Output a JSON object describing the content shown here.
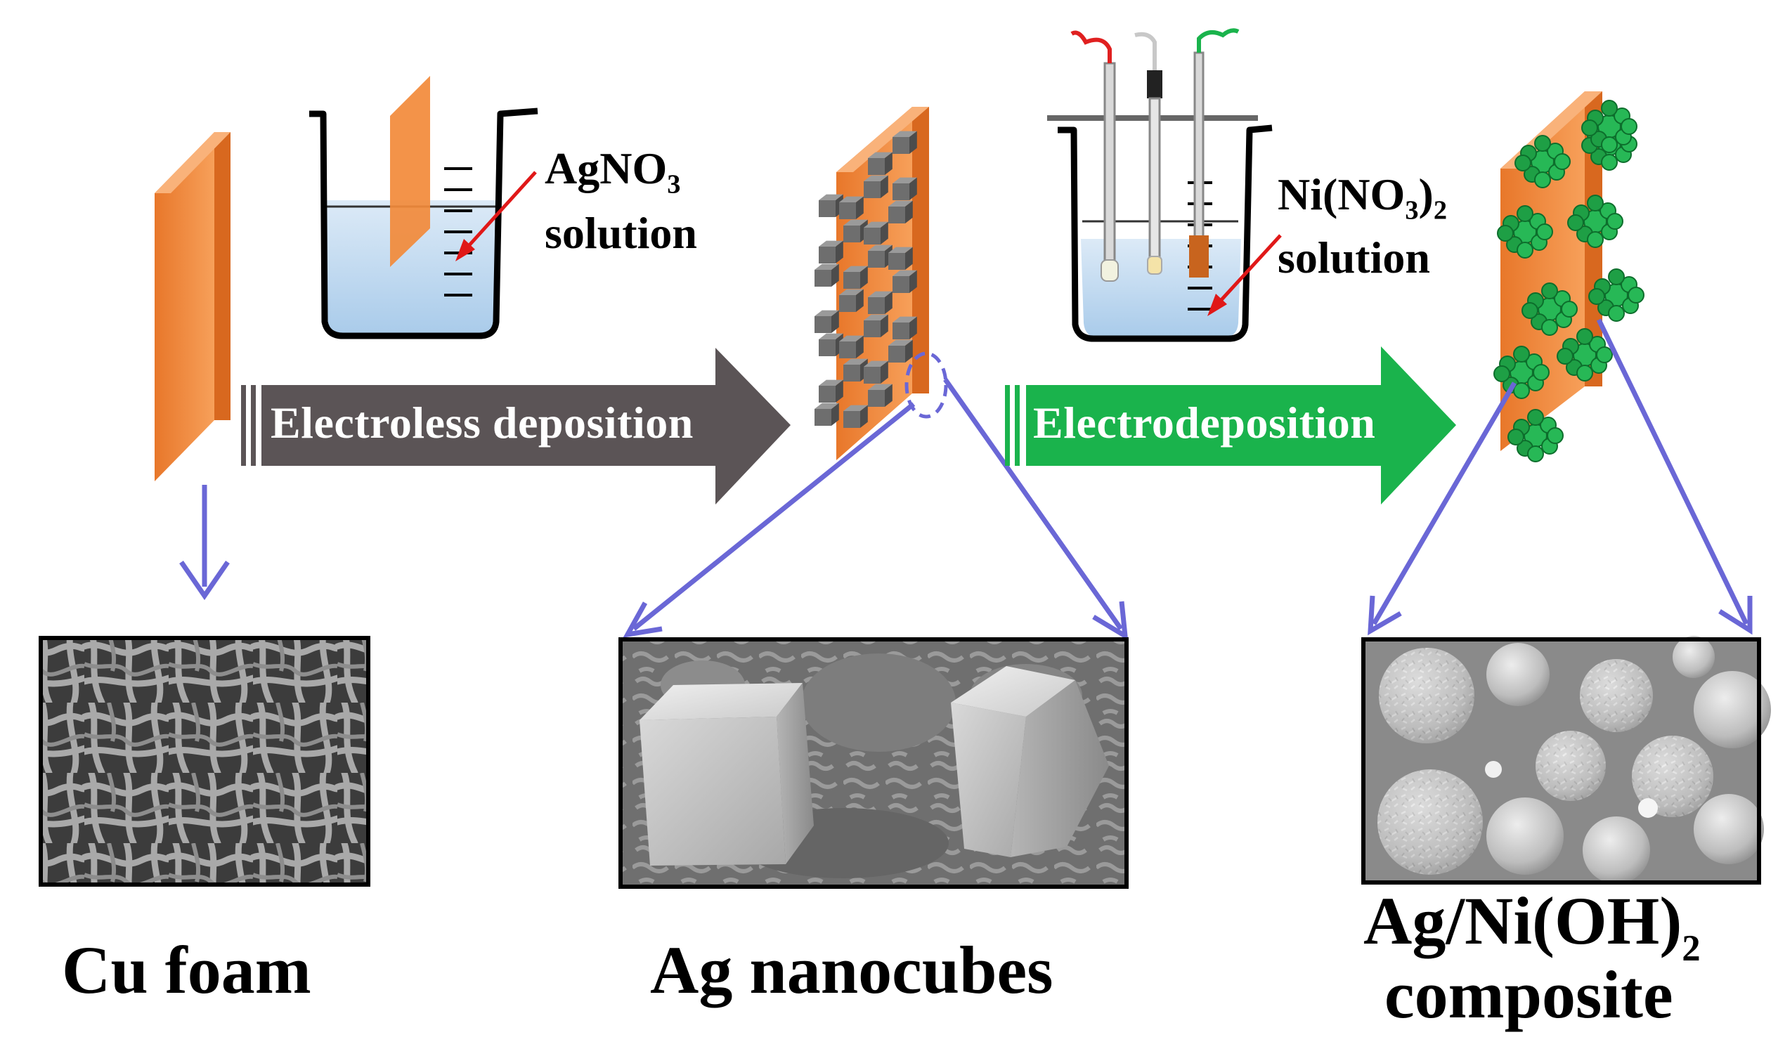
{
  "colors": {
    "copper": "#F28A3A",
    "copper_dark": "#C8641E",
    "gray_arrow": "#5B5456",
    "green_arrow": "#1AB34C",
    "pointer": "#6A67D6",
    "red_pointer": "#E01818",
    "solution": "#BFD8EE",
    "nanocube": "#6E6E6E",
    "niooh_green": "#1E9F45"
  },
  "steps": [
    {
      "label": "Cu foam"
    },
    {
      "label": "Ag nanocubes"
    },
    {
      "label_line1_main": "Ag/Ni(OH)",
      "label_line1_sub": "2",
      "label_line2": "composite"
    }
  ],
  "arrows": {
    "first": "Electroless deposition",
    "second": "Electrodeposition"
  },
  "solutions": {
    "agno3": {
      "main": "AgNO",
      "sub": "3",
      "line2": "solution"
    },
    "nino3": {
      "pre": "Ni(NO",
      "sub1": "3",
      "mid": ")",
      "sub2": "2",
      "line2": "solution"
    }
  },
  "icons": [
    "copper-foam-plate-icon",
    "beaker-icon",
    "electrochemical-cell-icon",
    "sem-micrograph-icon"
  ]
}
